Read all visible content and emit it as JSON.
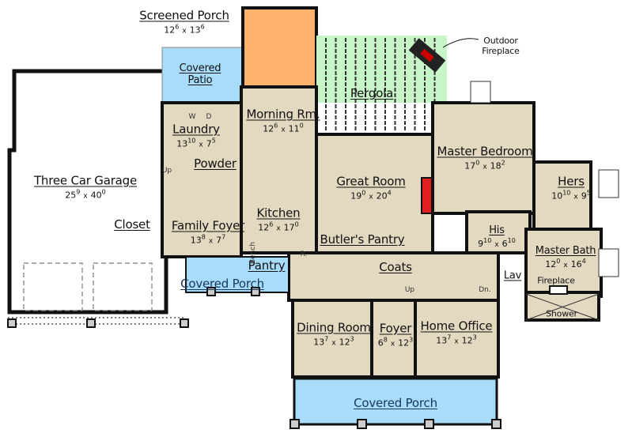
{
  "colors": {
    "interior": "#e3d9c1",
    "covered_area": "#a8dcfb",
    "screened_porch": "#ffb26b",
    "pergola": "#c8f5c8",
    "fireplace": "#e02020",
    "wall": "#111111"
  },
  "rooms": [
    {
      "id": "screened-porch",
      "name": "Screened Porch",
      "dims": [
        "12",
        "6",
        "13",
        "6"
      ]
    },
    {
      "id": "covered-patio",
      "name": "Covered Patio",
      "dims": null
    },
    {
      "id": "outdoor-fireplace",
      "name": "Outdoor Fireplace",
      "dims": null
    },
    {
      "id": "pergola",
      "name": "Pergola",
      "dims": null
    },
    {
      "id": "laundry",
      "name": "Laundry",
      "dims": [
        "13",
        "10",
        "7",
        "5"
      ]
    },
    {
      "id": "morning-room",
      "name": "Morning Rm.",
      "dims": [
        "12",
        "6",
        "11",
        "0"
      ]
    },
    {
      "id": "master-bedroom",
      "name": "Master Bedroom",
      "dims": [
        "17",
        "0",
        "18",
        "2"
      ]
    },
    {
      "id": "hers",
      "name": "Hers",
      "dims": [
        "10",
        "10",
        "9",
        "5"
      ]
    },
    {
      "id": "three-car-garage",
      "name": "Three Car Garage",
      "dims": [
        "25",
        "9",
        "40",
        "0"
      ]
    },
    {
      "id": "powder",
      "name": "Powder",
      "dims": null
    },
    {
      "id": "great-room",
      "name": "Great Room",
      "dims": [
        "19",
        "0",
        "20",
        "4"
      ]
    },
    {
      "id": "kitchen",
      "name": "Kitchen",
      "dims": [
        "12",
        "6",
        "17",
        "0"
      ]
    },
    {
      "id": "closet",
      "name": "Closet",
      "dims": null
    },
    {
      "id": "family-foyer",
      "name": "Family Foyer",
      "dims": [
        "13",
        "8",
        "7",
        "7"
      ]
    },
    {
      "id": "his",
      "name": "His",
      "dims": [
        "9",
        "10",
        "6",
        "10"
      ]
    },
    {
      "id": "butlers-pantry",
      "name": "Butler's Pantry",
      "dims": null
    },
    {
      "id": "master-bath",
      "name": "Master Bath",
      "dims": [
        "12",
        "0",
        "16",
        "4"
      ]
    },
    {
      "id": "pantry",
      "name": "Pantry",
      "dims": null
    },
    {
      "id": "coats",
      "name": "Coats",
      "dims": null
    },
    {
      "id": "covered-porch-side",
      "name": "Covered Porch",
      "dims": null
    },
    {
      "id": "lav",
      "name": "Lav",
      "dims": null
    },
    {
      "id": "fireplace-bath",
      "name": "Fireplace",
      "dims": null
    },
    {
      "id": "shower",
      "name": "Shower",
      "dims": null
    },
    {
      "id": "dining-room",
      "name": "Dining Room",
      "dims": [
        "13",
        "7",
        "12",
        "3"
      ]
    },
    {
      "id": "foyer",
      "name": "Foyer",
      "dims": [
        "6",
        "8",
        "12",
        "3"
      ]
    },
    {
      "id": "home-office",
      "name": "Home Office",
      "dims": [
        "13",
        "7",
        "12",
        "3"
      ]
    },
    {
      "id": "covered-porch-front",
      "name": "Covered Porch",
      "dims": null
    }
  ],
  "notes": {
    "stair_up_main": "Up",
    "stair_dn_main": "Dn.",
    "stair_up_side": "Up",
    "bench": "Bench",
    "refrigerator": "R.",
    "washer": "W",
    "dryer": "D",
    "dim_separator": "x"
  }
}
